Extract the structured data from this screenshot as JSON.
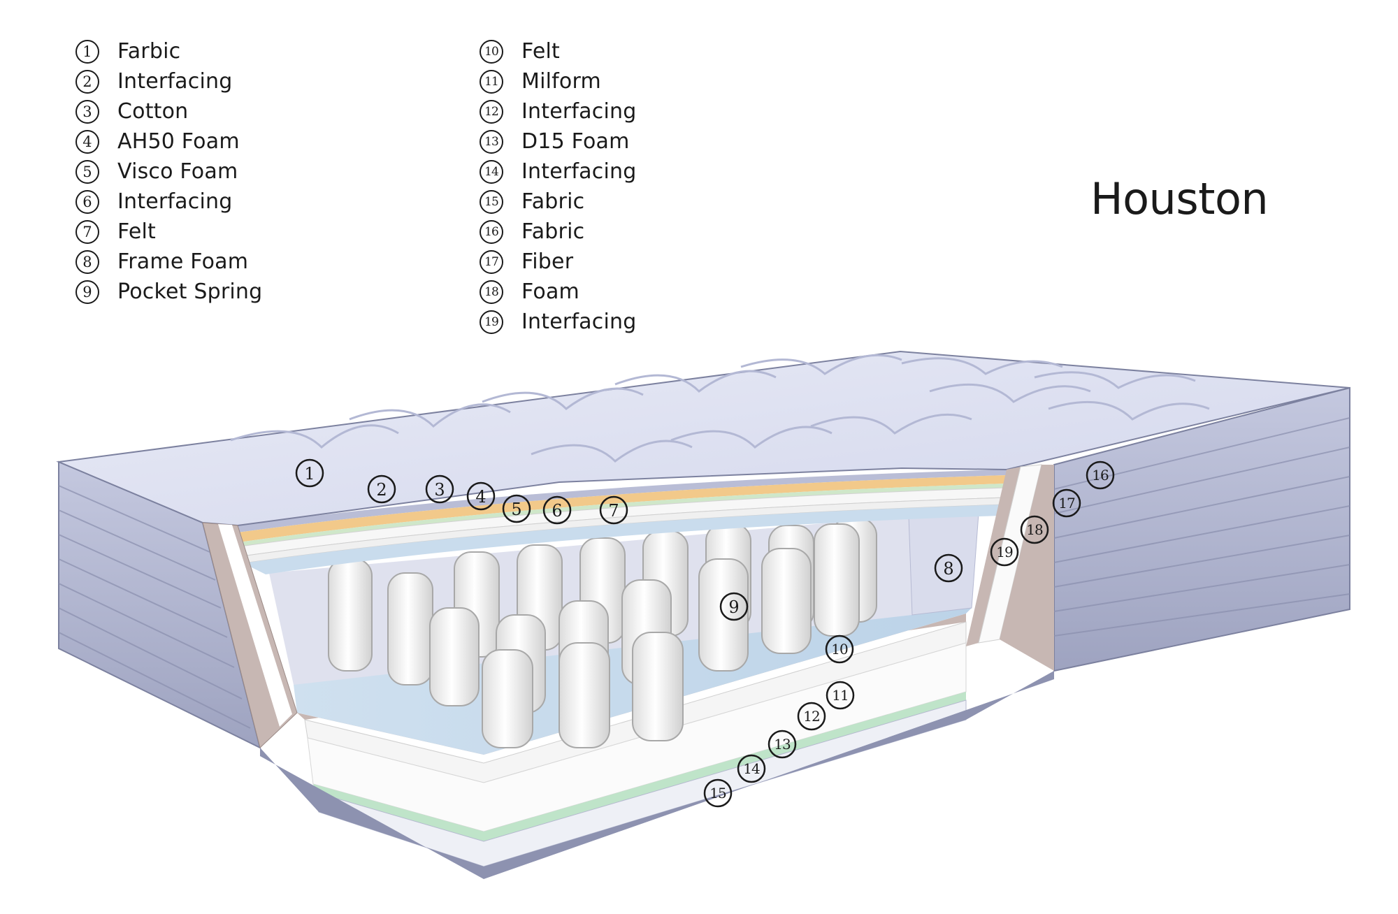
{
  "title": "Houston",
  "legend_left": [
    {
      "num": "1",
      "label": "Farbic"
    },
    {
      "num": "2",
      "label": "Interfacing"
    },
    {
      "num": "3",
      "label": "Cotton"
    },
    {
      "num": "4",
      "label": "AH50 Foam"
    },
    {
      "num": "5",
      "label": "Visco Foam"
    },
    {
      "num": "6",
      "label": "Interfacing"
    },
    {
      "num": "7",
      "label": "Felt"
    },
    {
      "num": "8",
      "label": "Frame Foam"
    },
    {
      "num": "9",
      "label": "Pocket Spring"
    }
  ],
  "legend_right": [
    {
      "num": "10",
      "label": "Felt"
    },
    {
      "num": "11",
      "label": "Milform"
    },
    {
      "num": "12",
      "label": "Interfacing"
    },
    {
      "num": "13",
      "label": "D15 Foam"
    },
    {
      "num": "14",
      "label": "Interfacing"
    },
    {
      "num": "15",
      "label": "Fabric"
    },
    {
      "num": "16",
      "label": "Fabric"
    },
    {
      "num": "17",
      "label": "Fiber"
    },
    {
      "num": "18",
      "label": "Foam"
    },
    {
      "num": "19",
      "label": "Interfacing"
    }
  ],
  "callouts": [
    "1",
    "2",
    "3",
    "4",
    "5",
    "6",
    "7",
    "8",
    "9",
    "10",
    "11",
    "12",
    "13",
    "14",
    "15",
    "16",
    "17",
    "18",
    "19"
  ],
  "colors": {
    "quilt_top": "#dfe2f1",
    "side_panel": "#b9bdd6",
    "cotton_layer": "#f2c98a",
    "green_layer": "#bfe4c9",
    "blue_felt": "#c9dced",
    "frame_foam": "#c7a9a3",
    "spring": "#f6f6f6"
  }
}
